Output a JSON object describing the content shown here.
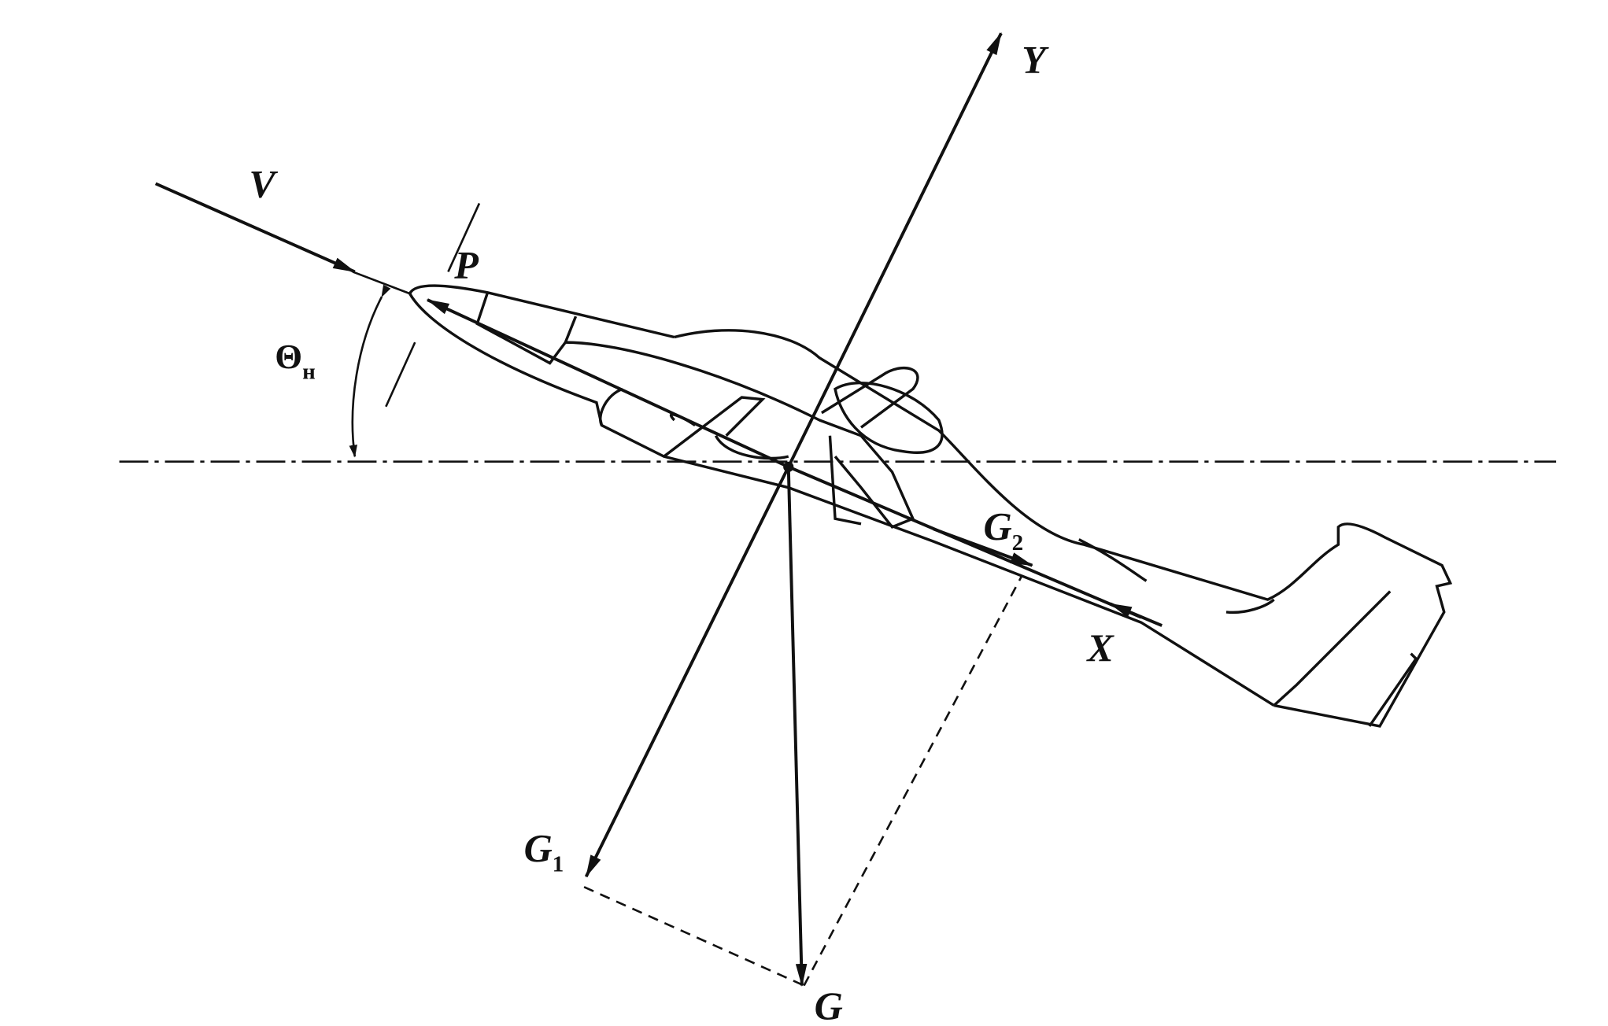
{
  "diagram": {
    "labels": {
      "velocity": "V",
      "thrust": "P",
      "theta_main": "Θ",
      "theta_sub": "н",
      "lift": "Y",
      "drag": "X",
      "weight": "G",
      "weight_normal_main": "G",
      "weight_normal_sub": "1",
      "weight_tangent_main": "G",
      "weight_tangent_sub": "2"
    }
  }
}
